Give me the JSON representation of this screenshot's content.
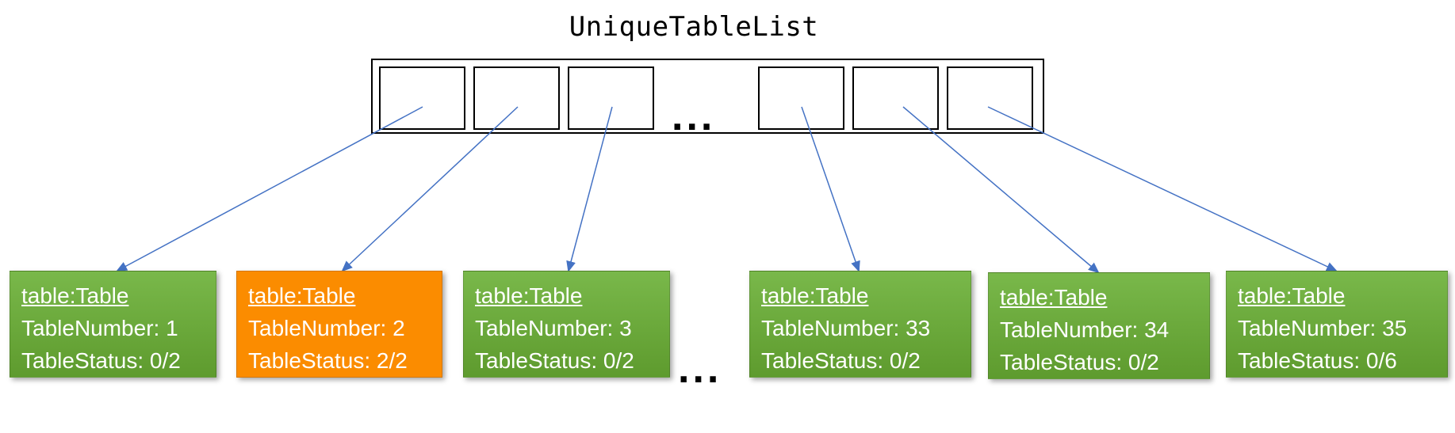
{
  "title": "UniqueTableList",
  "top_ellipsis": "...",
  "bottom_ellipsis": "...",
  "tables": [
    {
      "name": "table:Table",
      "number_text": "TableNumber: 1",
      "status_text": "TableStatus: 0/2",
      "color": "#6aa93c"
    },
    {
      "name": "table:Table",
      "number_text": "TableNumber: 2",
      "status_text": "TableStatus: 2/2",
      "color": "#fb8c00"
    },
    {
      "name": "table:Table",
      "number_text": "TableNumber: 3",
      "status_text": "TableStatus: 0/2",
      "color": "#6aa93c"
    },
    {
      "name": "table:Table",
      "number_text": "TableNumber: 33",
      "status_text": "TableStatus: 0/2",
      "color": "#6aa93c"
    },
    {
      "name": "table:Table",
      "number_text": "TableNumber: 34",
      "status_text": "TableStatus: 0/2",
      "color": "#6aa93c"
    },
    {
      "name": "table:Table",
      "number_text": "TableNumber: 35",
      "status_text": "TableStatus: 0/6",
      "color": "#6aa93c"
    }
  ],
  "arrow_color": "#4472c4"
}
